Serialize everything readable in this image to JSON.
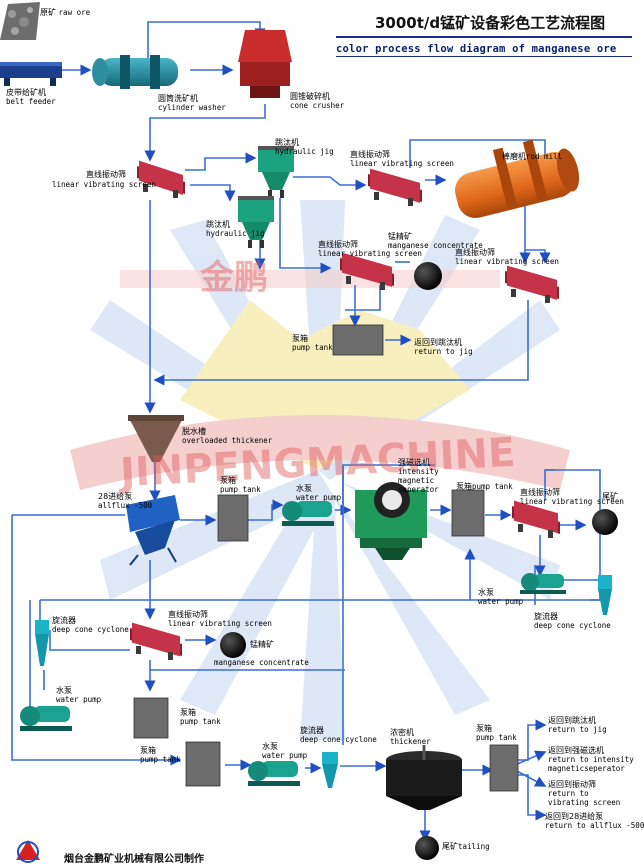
{
  "title": "3000t/d锰矿设备彩色工艺流程图",
  "subtitle": "color process flow diagram of manganese ore",
  "footer": "烟台金鹏矿业机械有限公司制作",
  "watermark": {
    "text": "JINPENGMACHINE",
    "cn": "金鹏"
  },
  "colors": {
    "flow_line": "#3a6fd8",
    "arrow": "#1f4fc0",
    "screen": "#b0283a",
    "ball_mill": "#e06a1c",
    "pump": "#1aa391",
    "separator": "#1f9a5a",
    "bg_blue": "#d8e3f5",
    "bg_red": "#f5c9c9",
    "bg_yellow": "#f7efb8"
  },
  "equipment": {
    "raw_ore": {
      "cn": "原矿",
      "en": "raw ore"
    },
    "belt_feeder": {
      "cn": "皮带给矿机",
      "en": "belt feeder"
    },
    "cylinder_washer": {
      "cn": "圆筒洗矿机",
      "en": "cylinder washer"
    },
    "cone_crusher": {
      "cn": "圆锥破碎机",
      "en": "cone crusher"
    },
    "screen1": {
      "cn": "直线振动筛",
      "en": "linear vibrating screen"
    },
    "jig1": {
      "cn": "跳汰机",
      "en": "hydraulic jig"
    },
    "jig2": {
      "cn": "跳汰机",
      "en": "hydraulic jig"
    },
    "screen2": {
      "cn": "直线振动筛",
      "en": "linear vibrating screen"
    },
    "rod_mill": {
      "cn": "棒磨机",
      "en": "rod mill"
    },
    "screen3": {
      "cn": "直线振动筛",
      "en": "linear vibrating screen"
    },
    "mn_conc1": {
      "cn": "锰精矿",
      "en": "manganese concentrate"
    },
    "screen4": {
      "cn": "直线振动筛",
      "en": "linear vibrating screen"
    },
    "pump_tank1": {
      "cn": "泵箱",
      "en": "pump tank"
    },
    "return_jig": {
      "cn": "返回到跳汰机",
      "en": "return to jig"
    },
    "thickener1": {
      "cn": "脱水槽",
      "en": "overloaded thickener"
    },
    "allflux": {
      "cn": "28进给泵",
      "en": "allflux -500"
    },
    "pump_tank2": {
      "cn": "泵箱",
      "en": "pump tank"
    },
    "water_pump1": {
      "cn": "水泵",
      "en": "water pump"
    },
    "mag_sep": {
      "cn": "强磁选机",
      "en": "intensity magnetic seperator"
    },
    "pump_tank3": {
      "cn": "泵箱",
      "en": "pump tank"
    },
    "screen5": {
      "cn": "直线振动筛",
      "en": "linear vibrating screen"
    },
    "tail1": {
      "cn": "尾矿"
    },
    "water_pump2": {
      "cn": "水泵",
      "en": "water pump"
    },
    "cyclone1": {
      "cn": "旋流器",
      "en": "deep cone cyclone"
    },
    "cyclone2": {
      "cn": "旋流器",
      "en": "deep cone cyclone"
    },
    "screen6": {
      "cn": "直线振动筛",
      "en": "linear vibrating screen"
    },
    "mn_conc2": {
      "cn": "锰精矿",
      "en": "manganese concentrate"
    },
    "water_pump3": {
      "cn": "水泵",
      "en": "water pump"
    },
    "pump_tank4": {
      "cn": "泵箱",
      "en": "pump tank"
    },
    "pump_tank5": {
      "cn": "泵箱",
      "en": "pump tank"
    },
    "water_pump4": {
      "cn": "水泵",
      "en": "water pump"
    },
    "cyclone3": {
      "cn": "旋流器",
      "en": "deep cone cyclone"
    },
    "thickener2": {
      "cn": "浓密机",
      "en": "thickener"
    },
    "pump_tank6": {
      "cn": "泵箱",
      "en": "pump tank"
    },
    "tail2": {
      "cn": "尾矿",
      "en": "tailing"
    }
  },
  "returns": [
    {
      "cn": "返回到跳汰机",
      "en": "return to jig"
    },
    {
      "cn": "返回到强磁选机",
      "en": "return to intensity magneticseperator"
    },
    {
      "cn": "返回到振动筛",
      "en": "return to vibrating screen"
    },
    {
      "cn": "返回到28进给泵",
      "en": "return to allflux -500"
    }
  ]
}
